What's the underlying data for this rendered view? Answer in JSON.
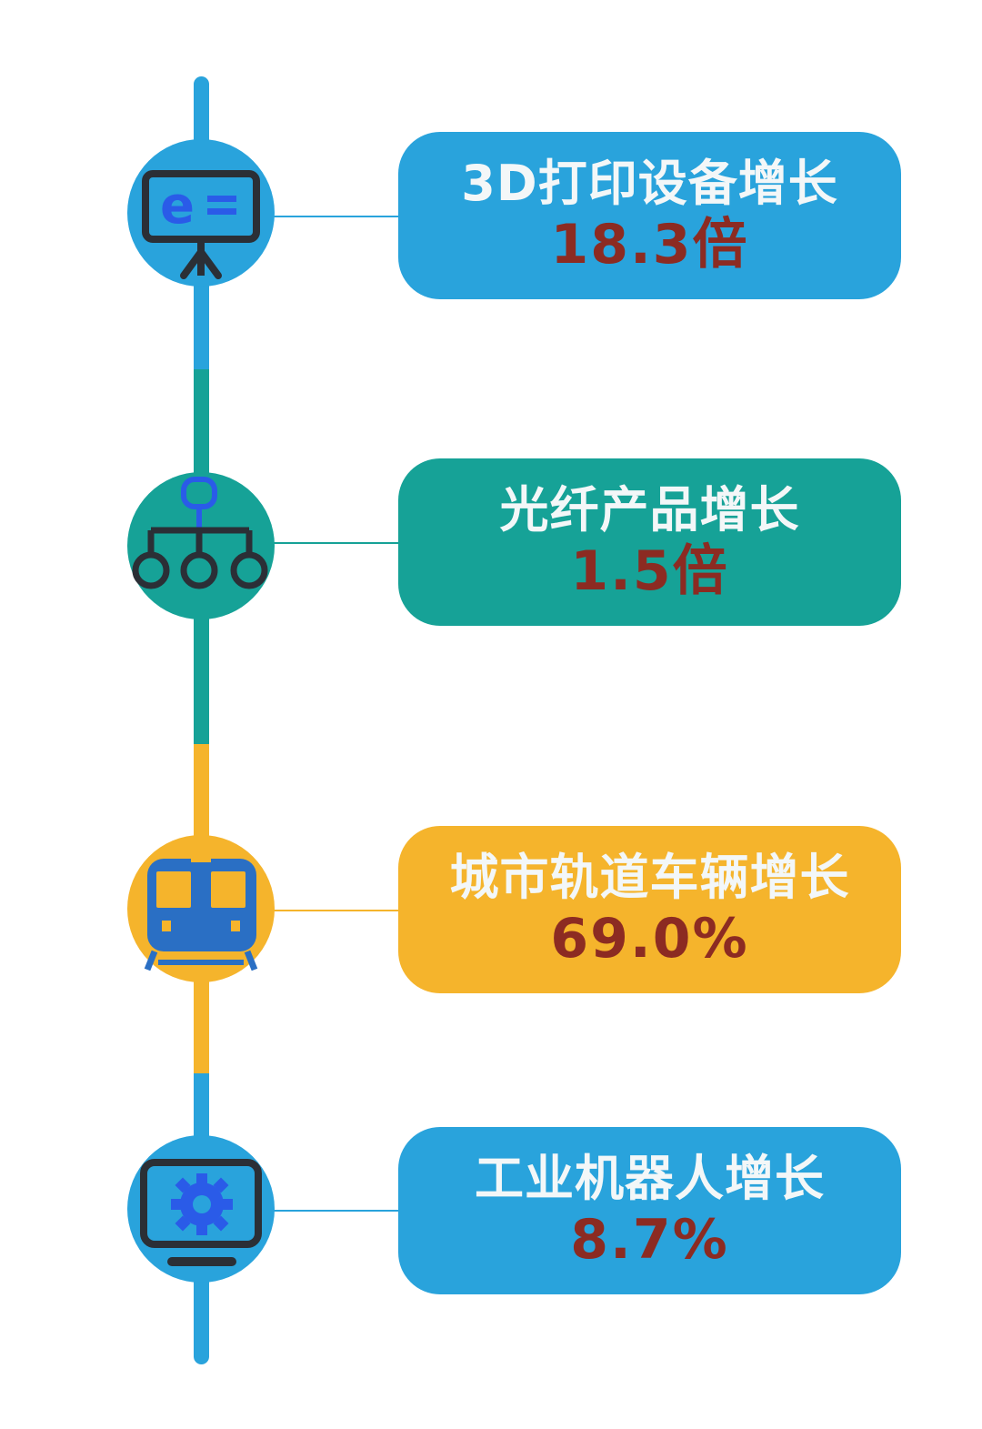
{
  "colors": {
    "blue": "#29a3dc",
    "teal": "#16a297",
    "yellow": "#f5b42c",
    "value_text": "#8c2b22",
    "title_text": "#f3f7f8"
  },
  "items": [
    {
      "title": "3D打印设备增长",
      "value": "18.3倍",
      "icon": "presentation-board-icon",
      "color": "blue"
    },
    {
      "title": "光纤产品增长",
      "value": "1.5倍",
      "icon": "network-hierarchy-icon",
      "color": "teal"
    },
    {
      "title": "城市轨道车辆增长",
      "value": "69.0%",
      "icon": "train-icon",
      "color": "yellow"
    },
    {
      "title": "工业机器人增长",
      "value": "8.7%",
      "icon": "monitor-gear-icon",
      "color": "blue"
    }
  ]
}
